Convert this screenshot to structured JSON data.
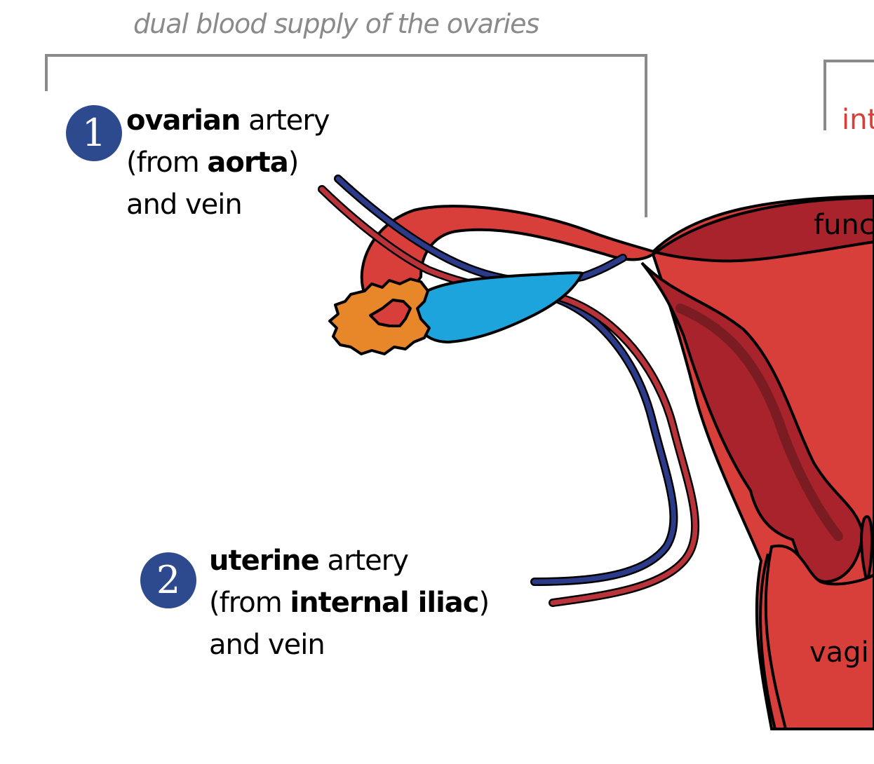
{
  "title": "dual blood supply of the ovaries",
  "labels": [
    {
      "number": "1",
      "line1_bold": "ovarian",
      "line1_rest": " artery",
      "line2_pre": "(from ",
      "line2_bold": "aorta",
      "line2_post": ")",
      "line3": "and vein"
    },
    {
      "number": "2",
      "line1_bold": "uterine",
      "line1_rest": " artery",
      "line2_pre": "(from ",
      "line2_bold": "internal iliac",
      "line2_post": ")",
      "line3": "and vein"
    }
  ],
  "clipped_labels": {
    "right_red": "int",
    "fundus": "func",
    "vagina": "vagi"
  },
  "colors": {
    "badge": "#2e4a8e",
    "uterus": "#d93f3a",
    "uterus_dark": "#a8232c",
    "artery": "#b8343a",
    "vein": "#2c3a8a",
    "ovary": "#e8862a",
    "blue_structure": "#1ea4dc",
    "bracket": "#8a8a8a",
    "red_text": "#d93f3a"
  }
}
